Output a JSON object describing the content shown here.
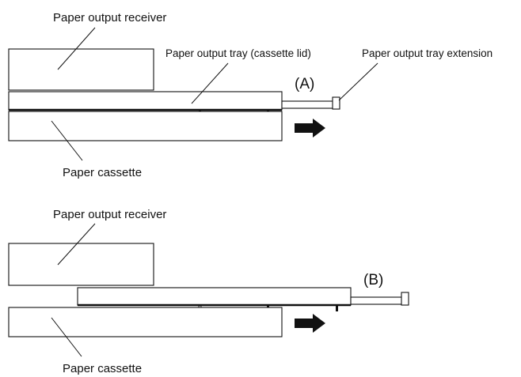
{
  "diagram_a": {
    "receiver_label": "Paper output receiver",
    "tray_label": "Paper output tray (cassette lid)",
    "extension_label": "Paper output tray extension",
    "position_label": "(A)",
    "cassette_label": "Paper cassette",
    "arrow_icon": "right-arrow-icon"
  },
  "diagram_b": {
    "receiver_label": "Paper output receiver",
    "position_label": "(B)",
    "cassette_label": "Paper cassette",
    "arrow_icon": "right-arrow-icon"
  },
  "colors": {
    "line": "#111111",
    "background": "#ffffff"
  }
}
